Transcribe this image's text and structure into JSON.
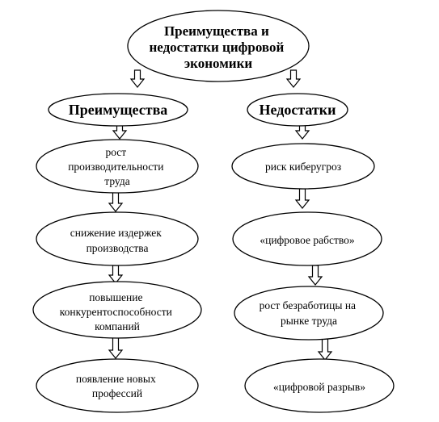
{
  "title": {
    "lines": [
      "Преимущества и",
      "недостатки цифровой",
      "экономики"
    ]
  },
  "advantages": {
    "heading": "Преимущества",
    "items": [
      {
        "lines": [
          "рост",
          "производительности",
          "труда"
        ]
      },
      {
        "lines": [
          "снижение издержек",
          "производства"
        ]
      },
      {
        "lines": [
          "повышение",
          "конкурентоспособности",
          "компаний"
        ]
      },
      {
        "lines": [
          "появление новых",
          "профессий"
        ]
      }
    ]
  },
  "disadvantages": {
    "heading": "Недостатки",
    "items": [
      {
        "lines": [
          "риск киберугроз"
        ]
      },
      {
        "lines": [
          "«цифровое рабство»"
        ]
      },
      {
        "lines": [
          "рост безработицы на",
          "рынке труда"
        ]
      },
      {
        "lines": [
          "«цифровой разрыв»"
        ]
      }
    ]
  },
  "colors": {
    "stroke": "#000000",
    "fill": "#ffffff",
    "text": "#000000"
  }
}
